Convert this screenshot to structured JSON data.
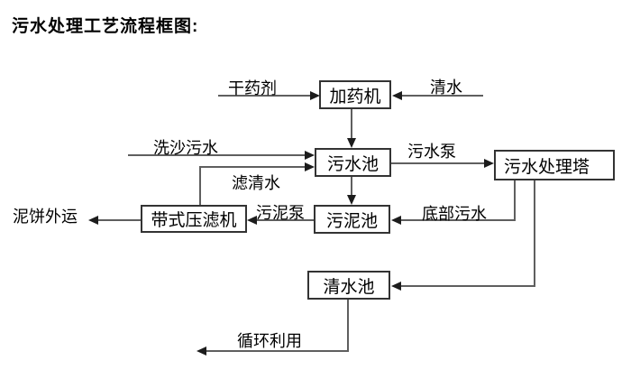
{
  "title": "污水处理工艺流程框图:",
  "diagram": {
    "nodes": {
      "dosing_machine": {
        "label": "加药机"
      },
      "sewage_pool": {
        "label": "污水池"
      },
      "treatment_tower": {
        "label": "污水处理塔"
      },
      "belt_filter_press": {
        "label": "带式压滤机"
      },
      "sludge_pool": {
        "label": "污泥池"
      },
      "clean_water_pool": {
        "label": "清水池"
      }
    },
    "edges": {
      "dry_chemical": {
        "label": "干药剂",
        "from": "external",
        "to": "dosing_machine"
      },
      "clean_water_in": {
        "label": "清水",
        "from": "external",
        "to": "dosing_machine"
      },
      "dosing_to_sewage": {
        "label": "",
        "from": "dosing_machine",
        "to": "sewage_pool"
      },
      "sand_washing_sewage": {
        "label": "洗沙污水",
        "from": "external",
        "to": "sewage_pool"
      },
      "filtered_water": {
        "label": "滤清水",
        "from": "belt_filter_press",
        "to": "sewage_pool"
      },
      "sewage_pump": {
        "label": "污水泵",
        "from": "sewage_pool",
        "to": "treatment_tower"
      },
      "sewage_to_sludge": {
        "label": "",
        "from": "sewage_pool",
        "to": "sludge_pool"
      },
      "bottom_sewage": {
        "label": "底部污水",
        "from": "treatment_tower",
        "to": "sludge_pool"
      },
      "sludge_pump": {
        "label": "污泥泵",
        "from": "sludge_pool",
        "to": "belt_filter_press"
      },
      "mud_cake_out": {
        "label": "泥饼外运",
        "from": "belt_filter_press",
        "to": "external"
      },
      "tower_to_clean": {
        "label": "",
        "from": "treatment_tower",
        "to": "clean_water_pool"
      },
      "recycle": {
        "label": "循环利用",
        "from": "clean_water_pool",
        "to": "external"
      }
    },
    "colors": {
      "background": "#ffffff",
      "line": "#5f5f5f",
      "arrowhead": "#1c1c1c",
      "box_border": "#333333",
      "text": "#000000"
    }
  }
}
